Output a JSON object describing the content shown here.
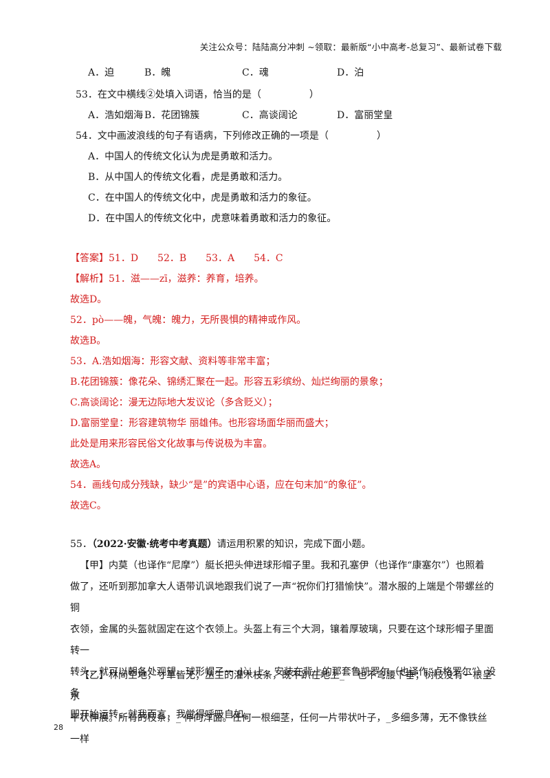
{
  "header": {
    "text": "关注公众号：陆陆高分冲刺 ~领取：最新版“小中高考-总复习”、最新试卷下载"
  },
  "q52_options": [
    "A．迫",
    "B．魄",
    "C．魂",
    "D．泊"
  ],
  "q53": {
    "stem": "53．在文中横线②处填入词语，恰当的是（　　　　　）",
    "options": [
      "A．浩如烟海",
      "B．花团锦簇",
      "C．高谈阔论",
      "D．富丽堂皇"
    ]
  },
  "q54": {
    "stem": "54．文中画波浪线的句子有语病，下列修改正确的一项是（　　　　　）",
    "options": [
      "A．中国人的传统文化认为虎是勇敢和活力。",
      "B．从中国人的传统文化看，虎是勇敢和活力。",
      "C．在中国人的传统文化中，虎是勇敢和活力的象征。",
      "D．在中国人的传统文化中，虎意味着勇敢和活力的象征。"
    ]
  },
  "answer": {
    "answer_line": "【答案】51．D　　52．B　　53．A　　54．C",
    "analysis_lines": [
      "【解析】51．滋——zī，滋养：养育，培养。",
      "故选D。",
      "52．pò——魄，气魄：魄力，无所畏惧的精神或作风。",
      "故选B。",
      "53．A.浩如烟海：形容文献、资料等非常丰富；",
      "B.花团锦簇：像花朵、锦绣汇聚在一起。形容五彩缤纷、灿烂绚丽的景象；",
      "C.高谈阔论：漫无边际地大发议论（多含贬义）；",
      "D.富丽堂皇：形容建筑物华 丽雄伟。也形容场面华丽而盛大；",
      "此处是用来形容民俗文化故事与传说极为丰富。",
      "故选A。",
      "54．画线句成分残缺，缺少“是”的宾语中心语，应在句末加“的象征”。",
      "故选C。"
    ]
  },
  "q55": {
    "number": "55．",
    "source": "（2022·安徽·统考中考真题）",
    "prompt": "请运用积累的知识，完成下面小题。",
    "jia_lines": [
      "【甲】内莫（也译作“尼摩”）艇长把头伸进球形帽子里。我和孔塞伊（也译作“康塞尔”）也照着",
      "做了，还听到那加拿大人语带讥讽地跟我们说了一声“祝你们打猎愉快”。潜水服的上端是个带螺丝的铜",
      "衣领，金属的头盔就固定在这个衣领上。头盔上有三个大洞，镶着厚玻璃，只要在这个球形帽子里面转一",
      "转头，就可以朝各处观望。球形帽子一 dòi 上，安装在背上的那套鲁凯罗尔（也译作“卢格罗尔”）设备",
      "即开始运转，就我而言，我觉得呼吸自如。"
    ],
    "yi_lines": [
      "【乙】林间空地，寸草皆无；丛生的灌木枝条，既不趴在地上_　 也不弯腰下垂；树枝没有一根呈水",
      "平状伸展。所有的枝条，_ 伸向洋面。任何一根细茎，任何一片带状叶子，_多细多薄，无不像铁丝一样"
    ]
  },
  "page_number": "28"
}
